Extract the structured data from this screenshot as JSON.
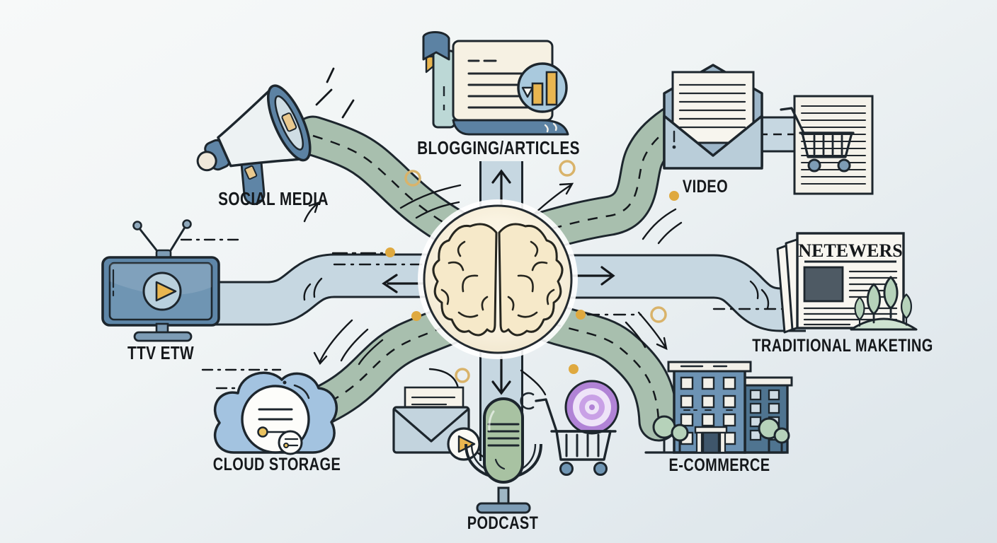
{
  "diagram": {
    "type": "mind-map-infographic",
    "subject": "marketing channels radiating as roads from a central brain",
    "center": {
      "icon": "brain-icon"
    },
    "nodes": [
      {
        "id": "blogging",
        "label": "BLOGGING/ARTICLES",
        "icon": "scroll-document-icon",
        "position": "top-center",
        "road": "blue"
      },
      {
        "id": "social-media",
        "label": "SOCIAL MEDIA",
        "icon": "megaphone-icon",
        "position": "upper-left",
        "road": "green"
      },
      {
        "id": "video",
        "label": "VIDEO",
        "icon": "open-envelope-icon",
        "position": "upper-right",
        "road": "green"
      },
      {
        "id": "tv",
        "label": "TTV ETW",
        "icon": "tv-play-icon",
        "position": "left",
        "road": "blue"
      },
      {
        "id": "traditional-marketing",
        "label": "TRADITIONAL MAKETING",
        "icon": "newspaper-icon",
        "masthead": "NETEWERS",
        "position": "right",
        "road": "blue"
      },
      {
        "id": "cloud-storage",
        "label": "CLOUD STORAGE",
        "icon": "cloud-icon",
        "position": "lower-left",
        "road": "green"
      },
      {
        "id": "podcast",
        "label": "PODCAST",
        "icon": "microphone-icon",
        "position": "bottom-center",
        "road": "blue"
      },
      {
        "id": "ecommerce",
        "label": "E-COMMERCE",
        "icon": "buildings-icon",
        "position": "lower-right",
        "road": "green"
      }
    ],
    "colors": {
      "background_top": "#f7f9f9",
      "background_bottom": "#dbe4e9",
      "road_blue": "#c6d7e1",
      "road_green": "#a8bfae",
      "outline": "#1d262d",
      "accent_yellow": "#dfa93f",
      "accent_orange": "#e9b650",
      "accent_blue": "#5f85a6",
      "accent_purple": "#b183d6",
      "brain_fill": "#f6e9c9"
    }
  }
}
